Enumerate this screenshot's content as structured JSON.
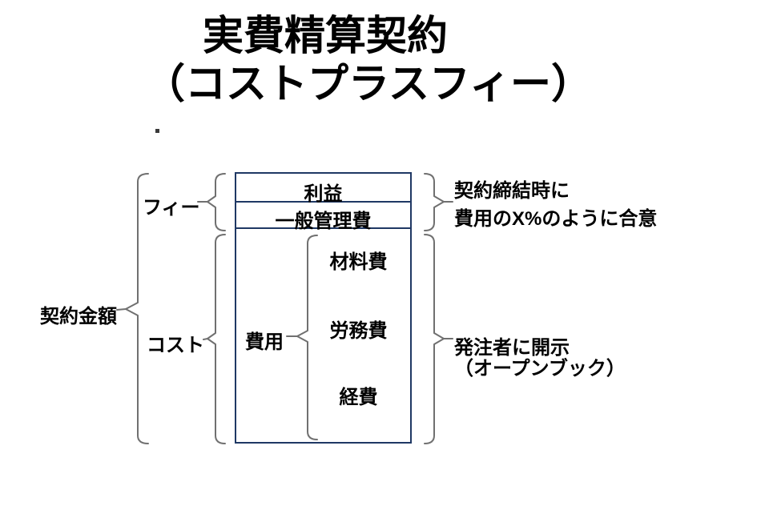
{
  "title": {
    "line1": "実費精算契約",
    "line2": "（コストプラスフィー）"
  },
  "left_axis": {
    "label": "契約金額"
  },
  "groups": {
    "fee": {
      "label": "フィー"
    },
    "cost": {
      "label": "コスト"
    }
  },
  "box": {
    "profit_label": "利益",
    "overhead_label": "一般管理費",
    "expense": {
      "label": "費用",
      "items": [
        "材料費",
        "労務費",
        "経費"
      ]
    }
  },
  "annotations": {
    "fee_note": {
      "line1": "契約締結時に",
      "line2": "費用のX%のように合意"
    },
    "cost_note": {
      "line1": "発注者に開示",
      "line2": "（オープンブック）"
    }
  },
  "colors": {
    "box-border": "#1f3864",
    "brace": "#707070",
    "text": "#000000",
    "background": "#ffffff"
  }
}
